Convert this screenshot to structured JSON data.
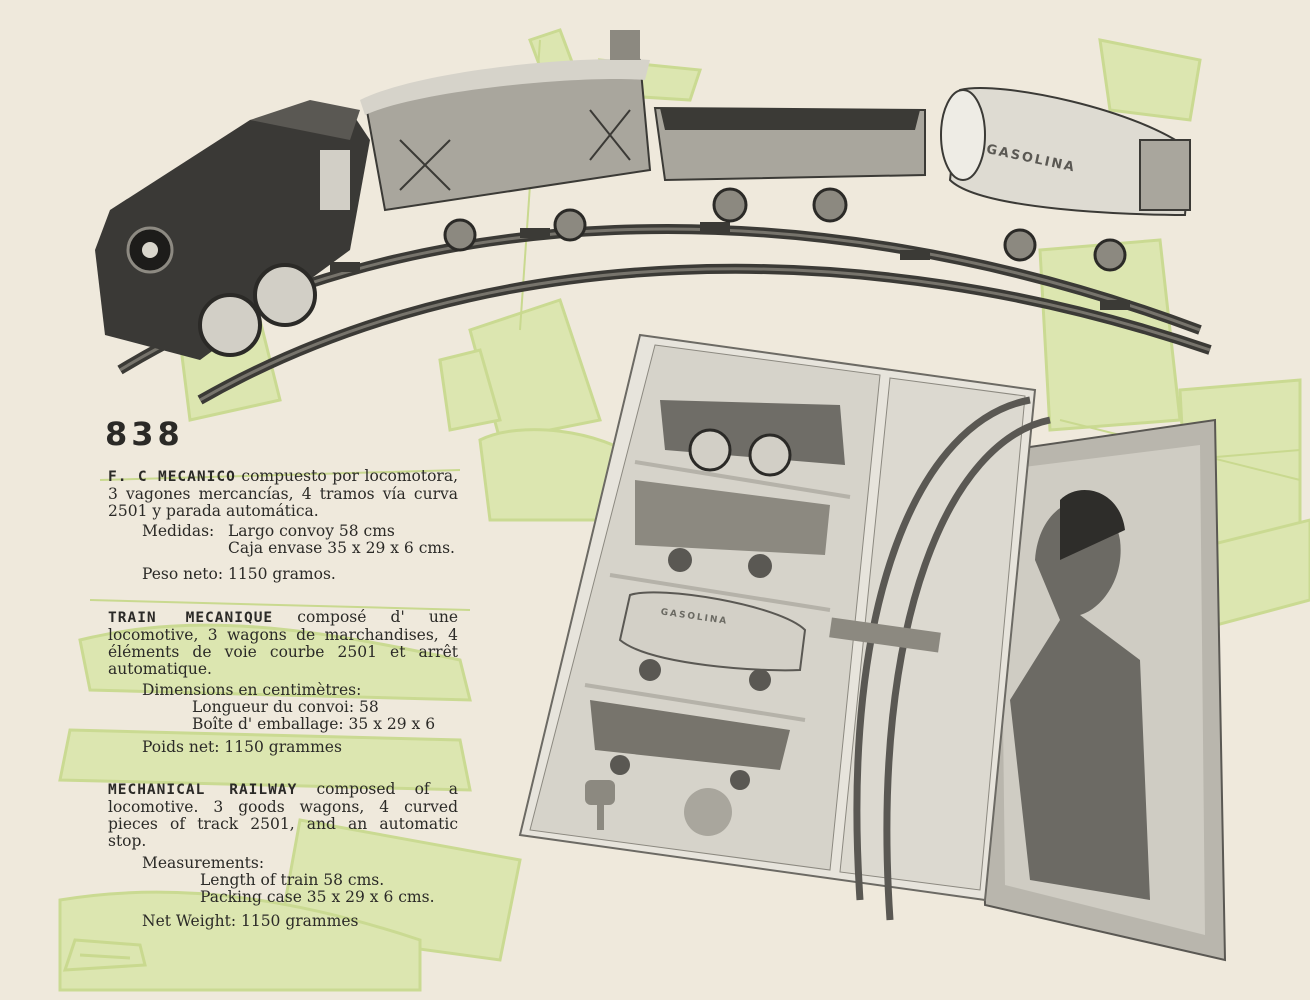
{
  "catalog_number": "838",
  "spanish": {
    "lead": "F. C MECANICO",
    "rest": " compuesto por locomotora, 3 vagones mercancías, 4 tramos vía curva 2501 y parada automática.",
    "measures_label": "Medidas:",
    "measures_line1": "Largo convoy 58 cms",
    "measures_line2": "Caja envase 35 x 29 x 6 cms.",
    "weight": "Peso neto: 1150 gramos."
  },
  "french": {
    "lead": "TRAIN MECANIQUE",
    "rest": " composé d' une locomotive, 3 wagons de marchandises, 4 éléments de voie courbe 2501 et arrêt automatique.",
    "dims_label": "Dimensions en centimètres:",
    "dims_line1": "Longueur du convoi: 58",
    "dims_line2": "Boîte d' emballage: 35 x 29 x 6",
    "weight": "Poids net: 1150 grammes"
  },
  "english": {
    "lead": "MECHANICAL RAILWAY",
    "rest": " composed of a locomotive. 3 goods wagons, 4 curved pieces of track 2501, and an automatic stop.",
    "meas_label": "Measurements:",
    "meas_line1": "Length of train 58 cms.",
    "meas_line2": "Packing case 35 x 29 x 6 cms.",
    "weight": "Net Weight: 1150 grammes"
  },
  "tank_car_label": "GASOLINA",
  "box_tank_label": "GASOLINA",
  "colors": {
    "paper": "#efe9dc",
    "green_tint": "#d9e5a8",
    "ink": "#2b2a27"
  }
}
